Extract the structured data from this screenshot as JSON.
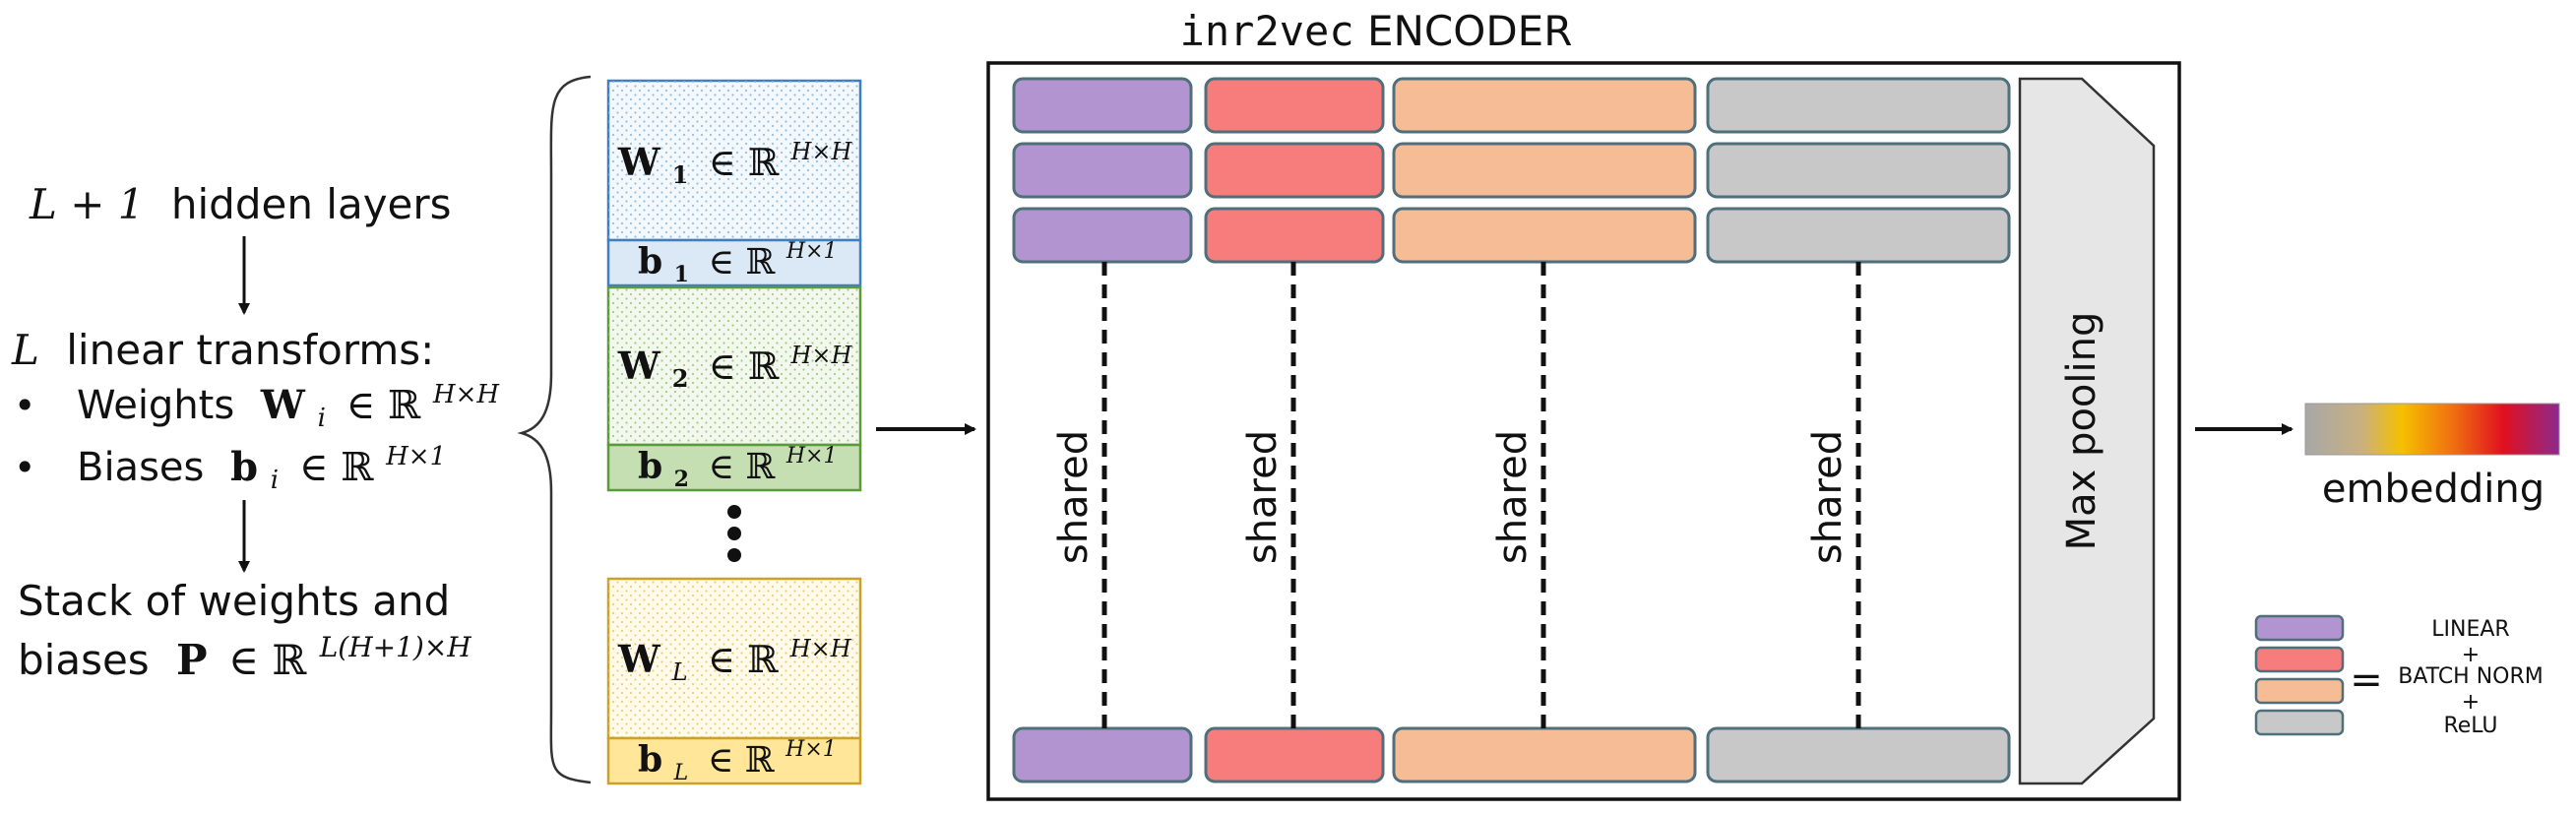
{
  "title": {
    "prefix": "inr2vec",
    "suffix": " ENCODER"
  },
  "left_text": {
    "hidden_layers": "L + 1 hidden layers",
    "linear_transforms": "L linear transforms:",
    "bullet_char": "•",
    "weights": "Weights 𝐖ᵢ ∈ ℝ^{H×H}",
    "biases": "Biases 𝐛ᵢ ∈ ℝ^{H×1}",
    "stack_line1": "Stack of weights and",
    "stack_line2": "biases 𝐏 ∈ ℝ^{L(H+1)×H}"
  },
  "left_text_parts": {
    "hidden_var": "L + 1",
    "hidden_rest": "hidden layers",
    "lt_var": "L",
    "lt_rest": "linear transforms:",
    "weights_word": "Weights",
    "weights_sym": "W",
    "weights_sub": "i",
    "weights_set": "∈ ℝ",
    "weights_sup": "H×H",
    "biases_word": "Biases",
    "biases_sym": "b",
    "biases_sub": "i",
    "biases_set": "∈ ℝ",
    "biases_sup": "H×1",
    "stack1": "Stack of weights and",
    "stack2_word": "biases",
    "stack2_sym": "P",
    "stack2_set": "∈ ℝ",
    "stack2_sup": "L(H+1)×H"
  },
  "layer_blocks": [
    {
      "w_sym": "W",
      "w_sub": "1",
      "w_rest": "∈ ℝ",
      "w_sup": "H×H",
      "b_sym": "b",
      "b_sub": "1",
      "b_rest": "∈ ℝ",
      "b_sup": "H×1",
      "w_fill": "#f2f8fc",
      "w_dot": "#7fb0d8",
      "b_fill": "#dbe8f6",
      "border": "#3f7fc1"
    },
    {
      "w_sym": "W",
      "w_sub": "2",
      "w_rest": "∈ ℝ",
      "w_sup": "H×H",
      "b_sym": "b",
      "b_sub": "2",
      "b_rest": "∈ ℝ",
      "b_sup": "H×1",
      "w_fill": "#f3f8ee",
      "w_dot": "#8fbf6a",
      "b_fill": "#c5dfb3",
      "border": "#5a9a3a"
    },
    {
      "w_sym": "W",
      "w_sub": "L",
      "w_rest": "∈ ℝ",
      "w_sup": "H×H",
      "b_sym": "b",
      "b_sub": "L",
      "b_rest": "∈ ℝ",
      "b_sup": "H×1",
      "w_fill": "#fffaea",
      "w_dot": "#e8c45a",
      "b_fill": "#ffe699",
      "border": "#c9a227"
    }
  ],
  "ellipsis": "⋮",
  "encoder": {
    "shared_label": "shared",
    "max_pooling": "Max pooling",
    "colors": {
      "linear": "#b294d0",
      "batchnorm": "#f77c7c",
      "relu": "#f6bc96",
      "gray": "#c8c8c8",
      "block_border": "#4f6f7a",
      "pool_fill": "#e6e6e6"
    }
  },
  "output": {
    "label": "embedding"
  },
  "legend": {
    "line1": "LINEAR",
    "plus1": "+",
    "line2": "BATCH NORM",
    "plus2": "+",
    "line3": "ReLU",
    "equals": "="
  }
}
